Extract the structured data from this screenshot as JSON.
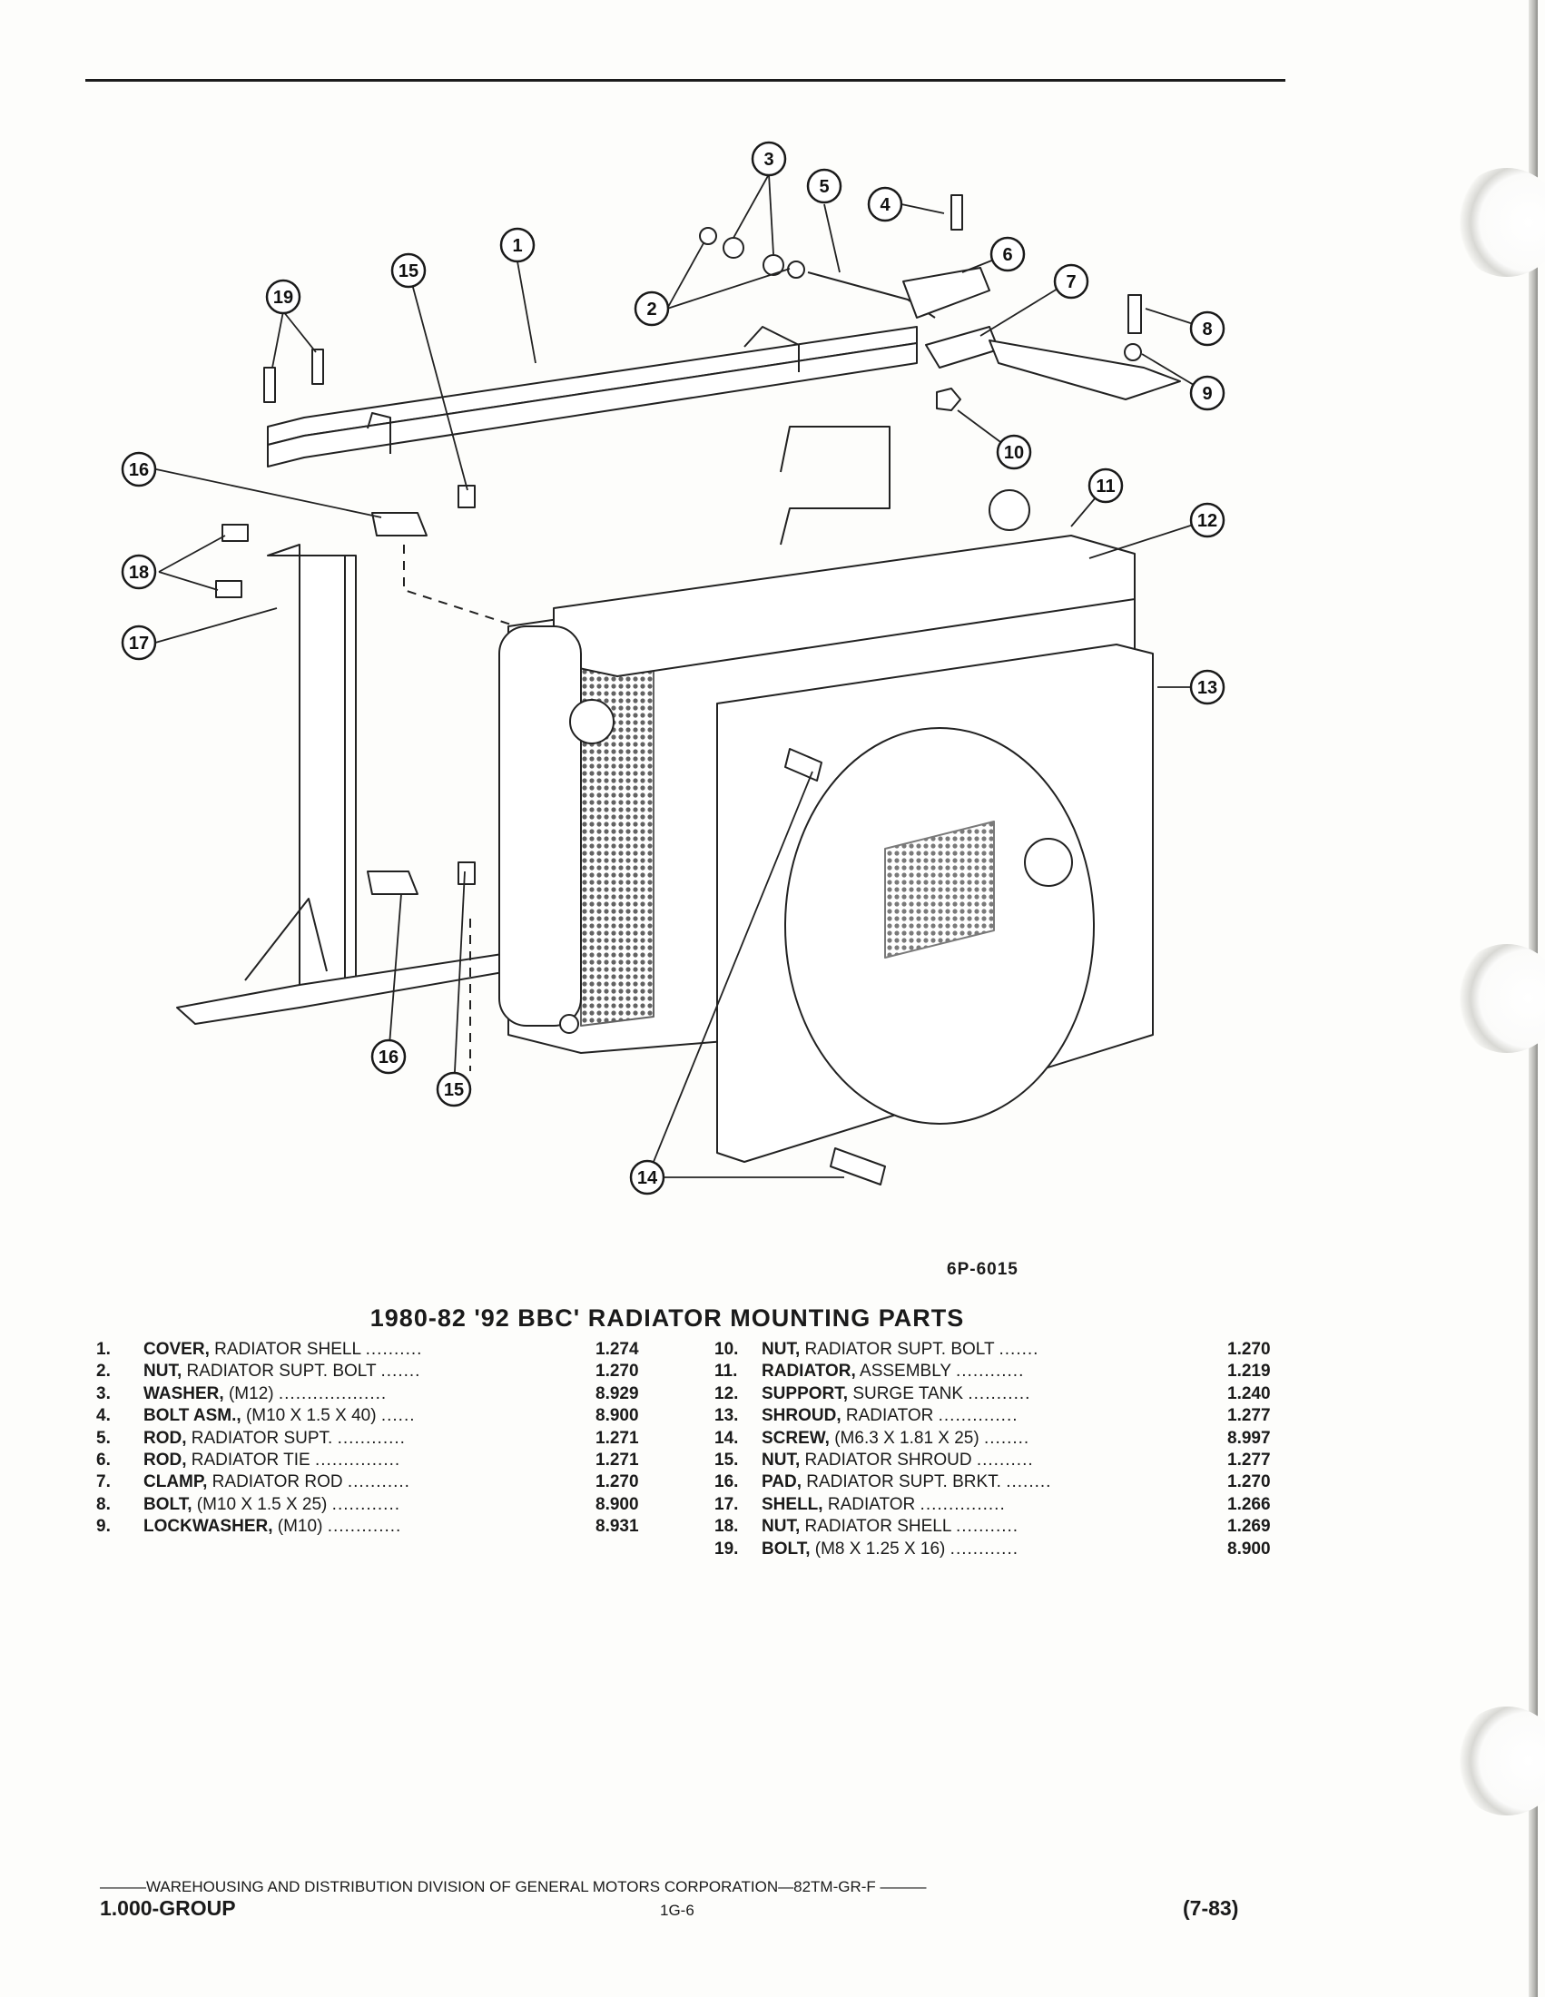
{
  "figure_id": "6P-6015",
  "parts_title": "1980-82 '92 BBC' RADIATOR MOUNTING PARTS",
  "callouts": [
    "1",
    "2",
    "3",
    "4",
    "5",
    "6",
    "7",
    "8",
    "9",
    "10",
    "11",
    "12",
    "13",
    "14",
    "15",
    "16",
    "17",
    "18",
    "19"
  ],
  "parts_left": [
    {
      "num": "1.",
      "name": "COVER,",
      "desc": "RADIATOR SHELL",
      "dots": "..........",
      "code": "1.274"
    },
    {
      "num": "2.",
      "name": "NUT,",
      "desc": "RADIATOR SUPT. BOLT",
      "dots": ".......",
      "code": "1.270"
    },
    {
      "num": "3.",
      "name": "WASHER,",
      "desc": "(M12)",
      "dots": "...................",
      "code": "8.929"
    },
    {
      "num": "4.",
      "name": "BOLT ASM.,",
      "desc": "(M10 X 1.5 X 40)",
      "dots": "......",
      "code": "8.900"
    },
    {
      "num": "5.",
      "name": "ROD,",
      "desc": "RADIATOR SUPT.",
      "dots": "............",
      "code": "1.271"
    },
    {
      "num": "6.",
      "name": "ROD,",
      "desc": "RADIATOR TIE",
      "dots": "...............",
      "code": "1.271"
    },
    {
      "num": "7.",
      "name": "CLAMP,",
      "desc": "RADIATOR ROD",
      "dots": "...........",
      "code": "1.270"
    },
    {
      "num": "8.",
      "name": "BOLT,",
      "desc": "(M10 X 1.5 X 25)",
      "dots": "............",
      "code": "8.900"
    },
    {
      "num": "9.",
      "name": "LOCKWASHER,",
      "desc": "(M10)",
      "dots": ".............",
      "code": "8.931"
    }
  ],
  "parts_right": [
    {
      "num": "10.",
      "name": "NUT,",
      "desc": "RADIATOR SUPT. BOLT",
      "dots": ".......",
      "code": "1.270"
    },
    {
      "num": "11.",
      "name": "RADIATOR,",
      "desc": "ASSEMBLY",
      "dots": "............",
      "code": "1.219"
    },
    {
      "num": "12.",
      "name": "SUPPORT,",
      "desc": "SURGE TANK",
      "dots": "...........",
      "code": "1.240"
    },
    {
      "num": "13.",
      "name": "SHROUD,",
      "desc": "RADIATOR",
      "dots": "..............",
      "code": "1.277"
    },
    {
      "num": "14.",
      "name": "SCREW,",
      "desc": "(M6.3 X 1.81 X 25)",
      "dots": "........",
      "code": "8.997"
    },
    {
      "num": "15.",
      "name": "NUT,",
      "desc": "RADIATOR SHROUD",
      "dots": "..........",
      "code": "1.277"
    },
    {
      "num": "16.",
      "name": "PAD,",
      "desc": "RADIATOR SUPT. BRKT.",
      "dots": "........",
      "code": "1.270"
    },
    {
      "num": "17.",
      "name": "SHELL,",
      "desc": "RADIATOR",
      "dots": "...............",
      "code": "1.266"
    },
    {
      "num": "18.",
      "name": "NUT,",
      "desc": "RADIATOR SHELL",
      "dots": "...........",
      "code": "1.269"
    },
    {
      "num": "19.",
      "name": "BOLT,",
      "desc": "(M8 X 1.25 X 16)",
      "dots": "............",
      "code": "8.900"
    }
  ],
  "footer": {
    "division_line": "———WAREHOUSING AND DISTRIBUTION  DIVISION OF GENERAL MOTORS CORPORATION—82TM-GR-F ———",
    "group": "1.000-GROUP",
    "page": "1G-6",
    "date": "(7-83)"
  }
}
